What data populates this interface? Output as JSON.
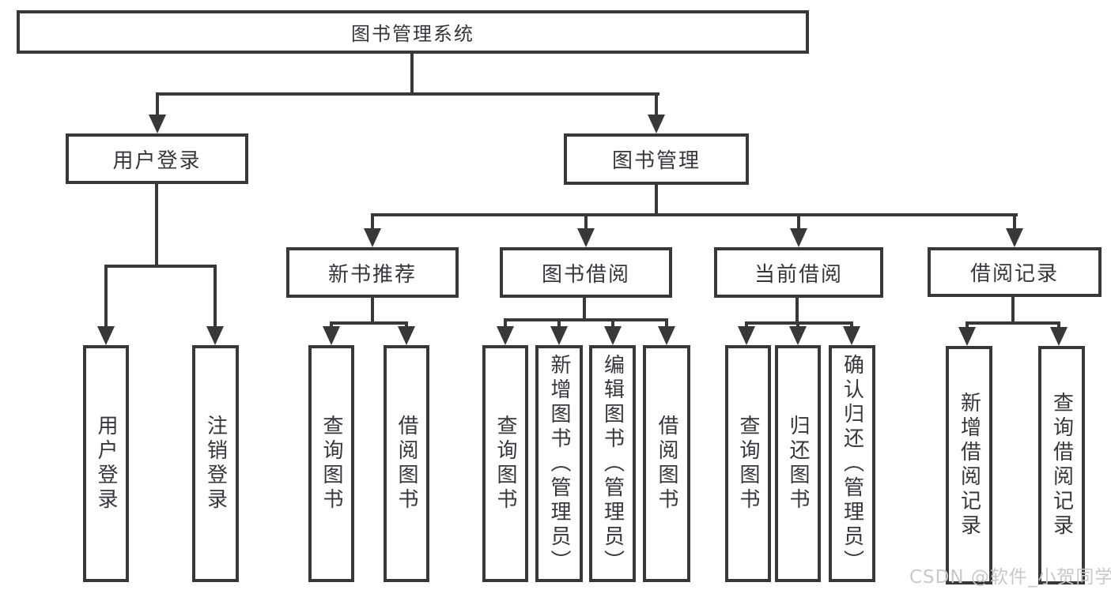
{
  "nodes": {
    "root": "图书管理系统",
    "user_login": "用户登录",
    "book_management": "图书管理",
    "new_book_recommend": "新书推荐",
    "book_borrow": "图书借阅",
    "current_borrow": "当前借阅",
    "borrow_records": "借阅记录",
    "leaf_user_login": "用户登录",
    "leaf_logout": "注销登录",
    "leaf_nbr_query_book": "查询图书",
    "leaf_nbr_borrow_book": "借阅图书",
    "leaf_bb_query_book": "查询图书",
    "leaf_bb_add_book": "新增图书（管理员）",
    "leaf_bb_edit_book": "编辑图书（管理员）",
    "leaf_bb_borrow_book": "借阅图书",
    "leaf_cb_query_book": "查询图书",
    "leaf_cb_return_book": "归还图书",
    "leaf_cb_confirm_return": "确认归还（管理员）",
    "leaf_br_add_record": "新增借阅记录",
    "leaf_br_query_record": "查询借阅记录"
  },
  "watermark": "CSDN @软件_小贺同学",
  "colors": {
    "line": "#383838",
    "text": "#34373c",
    "watermark": "#c8c8c8",
    "background": "#ffffff"
  }
}
